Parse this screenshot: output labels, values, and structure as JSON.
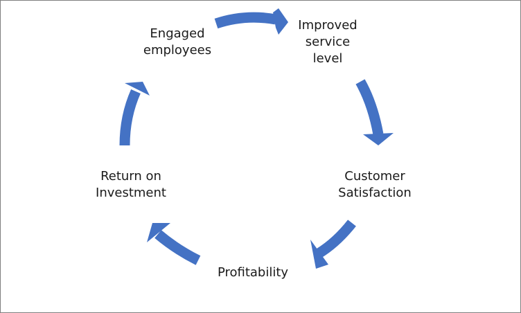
{
  "diagram": {
    "arrow_color": "#4472c4",
    "border_color": "#7f7f7f",
    "text_color": "#1a1a1a",
    "nodes": [
      {
        "id": "engaged",
        "lines": [
          "Engaged",
          "employees"
        ]
      },
      {
        "id": "service",
        "lines": [
          "Improved",
          "service",
          "level"
        ]
      },
      {
        "id": "customer",
        "lines": [
          "Customer",
          "Satisfaction"
        ]
      },
      {
        "id": "profit",
        "lines": [
          "Profitability"
        ]
      },
      {
        "id": "roi",
        "lines": [
          "Return on",
          "Investment"
        ]
      }
    ],
    "flow": [
      {
        "from": "engaged",
        "to": "service"
      },
      {
        "from": "service",
        "to": "customer"
      },
      {
        "from": "customer",
        "to": "profit"
      },
      {
        "from": "profit",
        "to": "roi"
      },
      {
        "from": "roi",
        "to": "engaged"
      }
    ]
  }
}
